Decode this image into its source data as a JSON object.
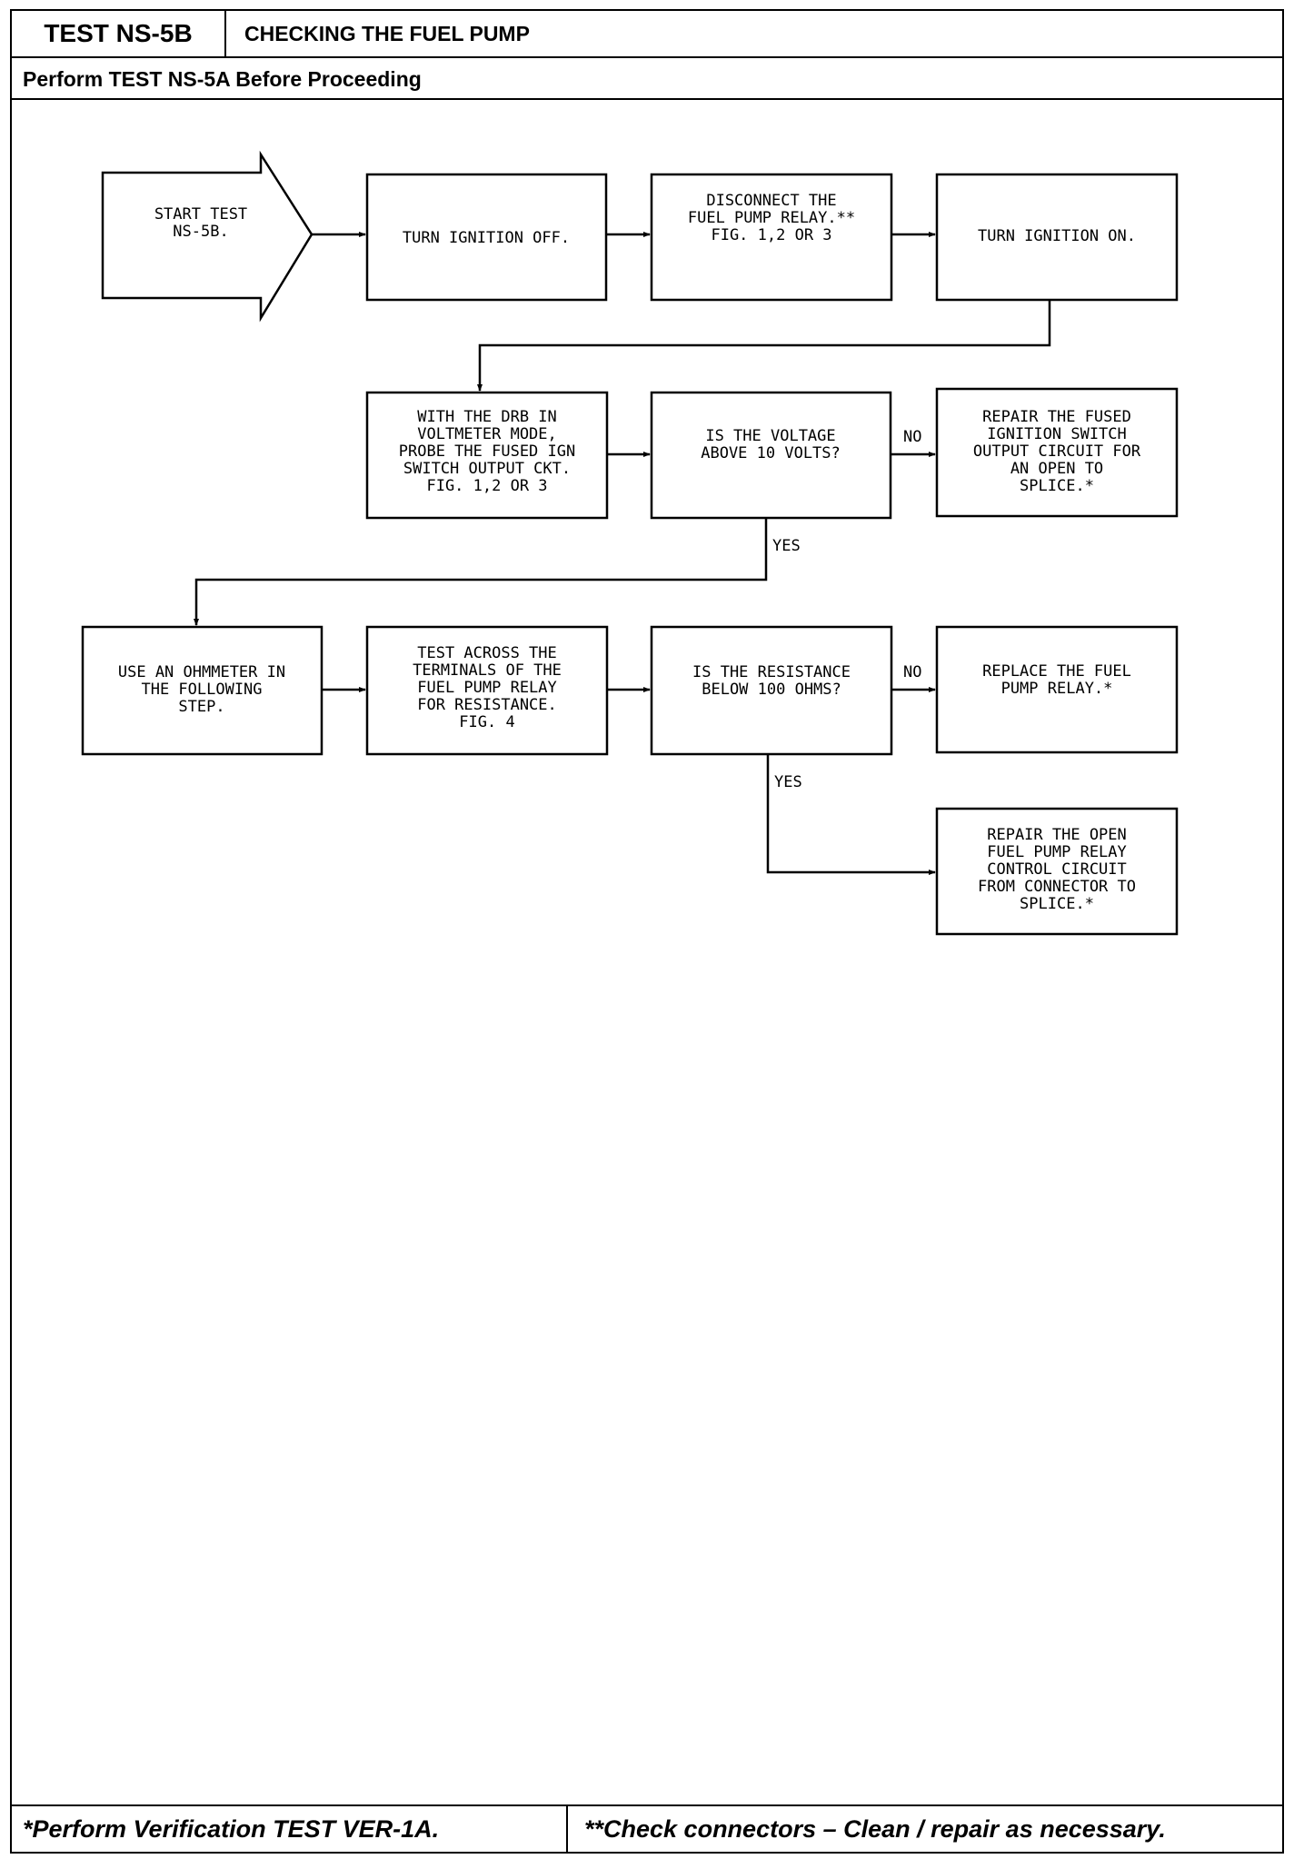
{
  "header": {
    "test_id": "TEST NS-5B",
    "title": "CHECKING THE FUEL PUMP",
    "prerequisite": "Perform TEST NS-5A Before Proceeding"
  },
  "flowchart": {
    "start": [
      "START TEST",
      "NS-5B."
    ],
    "step_ignition_off": [
      "TURN IGNITION OFF."
    ],
    "step_disconnect": [
      "DISCONNECT THE",
      "FUEL PUMP RELAY.**",
      "",
      "",
      "FIG. 1,2 OR 3"
    ],
    "step_ignition_on": [
      "TURN IGNITION ON."
    ],
    "step_probe": [
      "WITH THE DRB IN",
      "VOLTMETER MODE,",
      "PROBE THE FUSED IGN",
      "SWITCH OUTPUT CKT.",
      "FIG. 1,2 OR 3"
    ],
    "decision_voltage": [
      "IS THE VOLTAGE",
      "ABOVE 10 VOLTS?"
    ],
    "repair_ignition": [
      "REPAIR THE FUSED",
      "IGNITION SWITCH",
      "OUTPUT CIRCUIT FOR",
      "AN OPEN TO",
      "SPLICE.*"
    ],
    "step_ohmmeter": [
      "USE AN OHMMETER IN",
      "THE FOLLOWING",
      "STEP."
    ],
    "step_test_relay": [
      "TEST ACROSS THE",
      "TERMINALS OF THE",
      "FUEL PUMP RELAY",
      "FOR RESISTANCE.",
      "FIG. 4"
    ],
    "decision_resistance": [
      "IS THE RESISTANCE",
      "BELOW 100 OHMS?"
    ],
    "replace_relay": [
      "REPLACE THE FUEL",
      "PUMP RELAY.*"
    ],
    "repair_control": [
      "REPAIR THE OPEN",
      "FUEL PUMP RELAY",
      "CONTROL CIRCUIT",
      "FROM CONNECTOR TO",
      "SPLICE.*"
    ],
    "labels": {
      "no_1": "NO",
      "yes_1": "YES",
      "no_2": "NO",
      "yes_2": "YES"
    }
  },
  "footer": {
    "note_single": "*Perform Verification TEST VER-1A.",
    "note_double": "**Check connectors – Clean / repair as necessary."
  }
}
